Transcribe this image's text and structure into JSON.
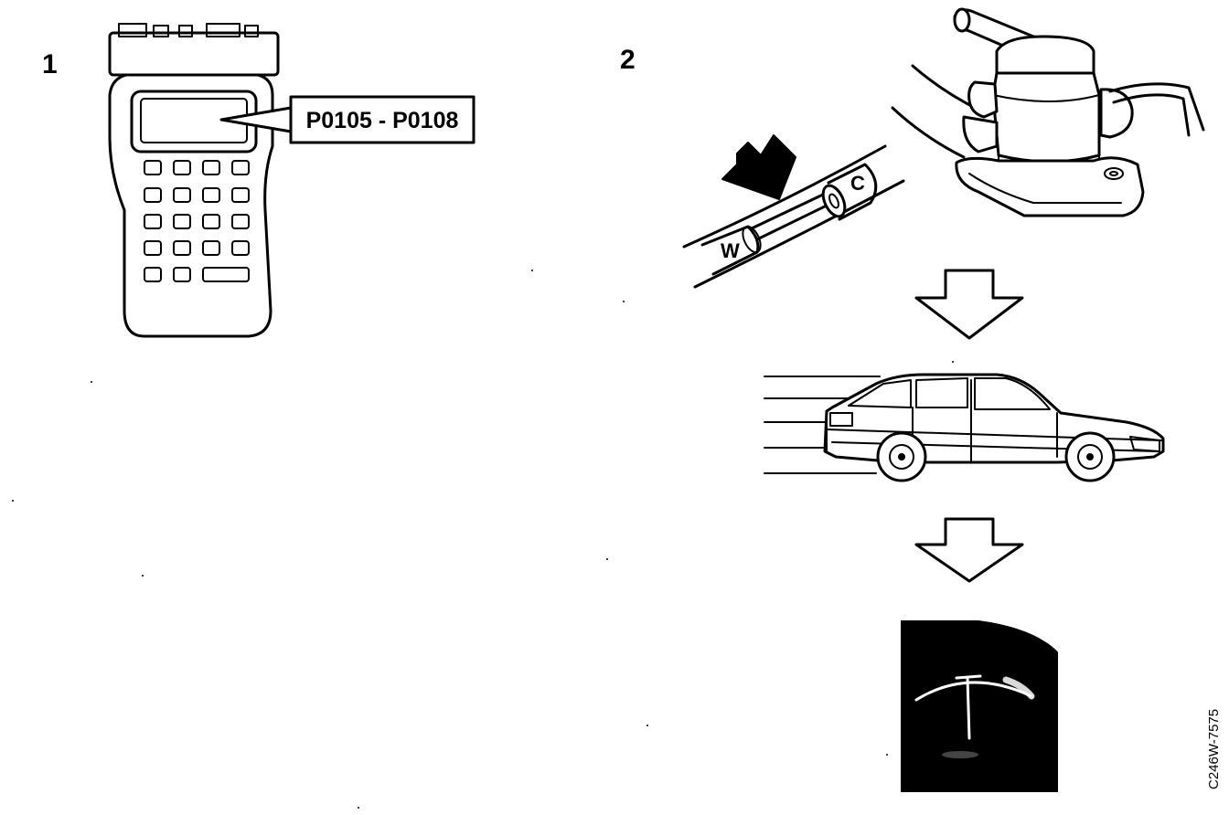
{
  "steps": {
    "step1_label": "1",
    "step2_label": "2"
  },
  "scan_tool": {
    "callout_text": "P0105 - P0108"
  },
  "wiring": {
    "wire_w_label": "W",
    "wire_c_label": "C"
  },
  "figure": {
    "reference_code": "C246W-7575"
  },
  "icons": {
    "scan_tool": "scan-tool-icon",
    "press_arrow": "press-arrow-icon",
    "sensor": "map-sensor-icon",
    "car": "car-icon",
    "flow_arrow": "down-arrow-icon",
    "gauge": "gauge-icon"
  },
  "colors": {
    "ink": "#000000",
    "paper": "#ffffff"
  }
}
